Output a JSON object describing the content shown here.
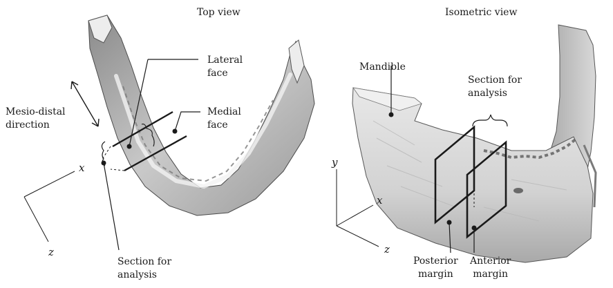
{
  "panels": {
    "left": {
      "title": "Top view",
      "labels": {
        "lateral_face": [
          "Lateral",
          "face"
        ],
        "medial_face": [
          "Medial",
          "face"
        ],
        "mesio_distal": [
          "Mesio-distal",
          "direction"
        ],
        "section": [
          "Section for",
          "analysis"
        ]
      },
      "axes": {
        "x": "x",
        "z": "z"
      }
    },
    "right": {
      "title": "Isometric view",
      "labels": {
        "mandible": "Mandible",
        "section": [
          "Section for",
          "analysis"
        ],
        "posterior_margin": [
          "Posterior",
          "margin"
        ],
        "anterior_margin": [
          "Anterior",
          "margin"
        ]
      },
      "axes": {
        "x": "x",
        "y": "y",
        "z": "z"
      }
    }
  },
  "colors": {
    "bone_light": "#e6e6e6",
    "bone_mid": "#b5b5b5",
    "bone_dark": "#5e5e5e",
    "line": "#1a1a1a"
  }
}
